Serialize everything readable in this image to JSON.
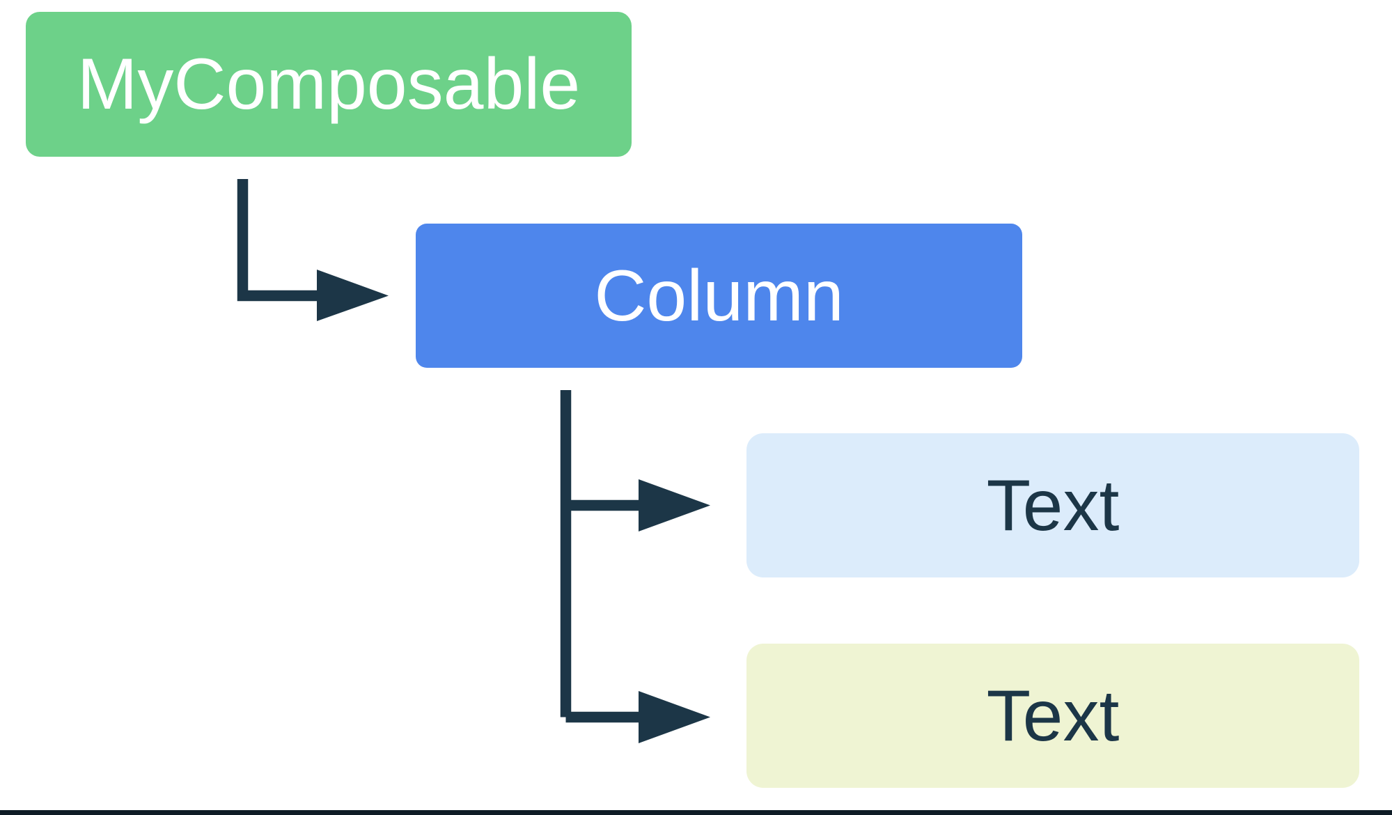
{
  "diagram": {
    "type": "tree",
    "background": "#FFFFFF",
    "arrow_color": "#1C3647",
    "bottom_rule_color": "#0F1C26",
    "nodes": [
      {
        "label": "MyComposable",
        "fill": "#6DD189",
        "text_color": "#FFFFFF"
      },
      {
        "label": "Column",
        "fill": "#4E86EC",
        "text_color": "#FFFFFF"
      },
      {
        "label": "Text",
        "fill": "#DCECFB",
        "text_color": "#1C3647"
      },
      {
        "label": "Text",
        "fill": "#EFF4D3",
        "text_color": "#1C3647"
      }
    ],
    "edges": [
      {
        "from": "MyComposable",
        "to": "Column"
      },
      {
        "from": "Column",
        "to": "Text (first child)"
      },
      {
        "from": "Column",
        "to": "Text (second child)"
      }
    ]
  }
}
